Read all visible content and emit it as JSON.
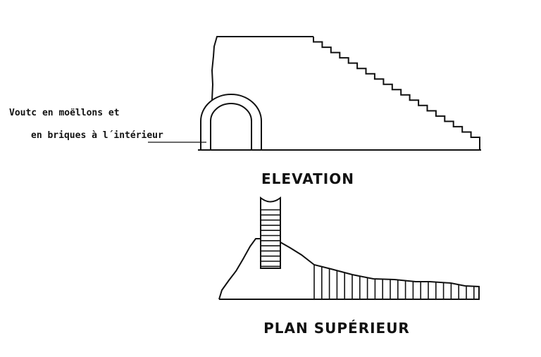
{
  "annotation": {
    "line1": "Voutc en moëllons et",
    "line2": "en briques à l´intérieur"
  },
  "titles": {
    "elevation": "ELEVATION",
    "plan": "PLAN SUPÉRIEUR"
  }
}
